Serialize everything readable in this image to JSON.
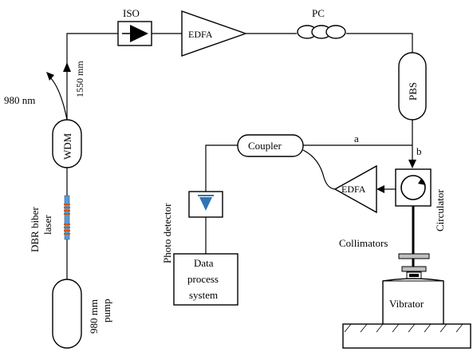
{
  "labels": {
    "iso": "ISO",
    "edfa_top": "EDFA",
    "pc": "PC",
    "pbs": "PBS",
    "wdm": "WDM",
    "wl_1550": "1550 mm",
    "wl_980": "980 nm",
    "dbr_line1": "DBR biber",
    "dbr_line2": "laser",
    "pump_line1": "980 mm",
    "pump_line2": "pump",
    "coupler": "Coupler",
    "arm_a": "a",
    "arm_b": "b",
    "edfa_mid": "EDFA",
    "circulator": "Circulator",
    "photo_detector": "Photo detector",
    "data_line1": "Data",
    "data_line2": "process",
    "data_line3": "system",
    "collimators": "Collimators",
    "vibrator": "Vibrator"
  },
  "colors": {
    "line": "#000000",
    "laser_fiber": "#5b9bd5",
    "grating": "#c55a11",
    "detector": "#2f75b5"
  }
}
